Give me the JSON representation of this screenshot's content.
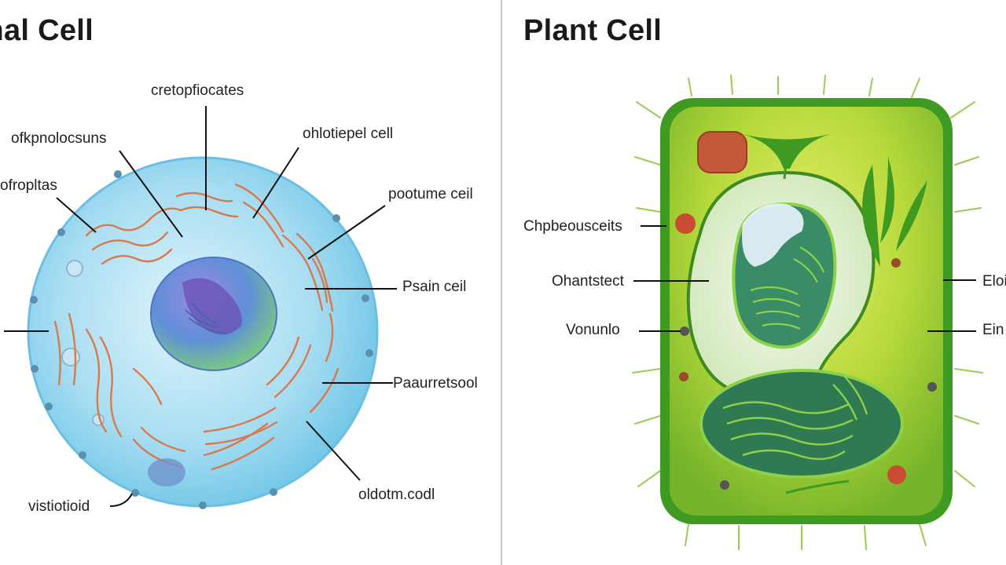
{
  "animal": {
    "title": "imal Cell",
    "labels": {
      "top": "cretopfiocates",
      "upper_left": "ofkpnolocsuns",
      "upper_right": "ohlotiepel cell",
      "left": "ofropltas",
      "right_upper": "pootume ceil",
      "right_middle": "Psain ceil",
      "right_lower": "Paaurretsool",
      "bottom_right": "oldotm.codl",
      "bottom_left": "vistiotioid"
    }
  },
  "plant": {
    "title": "Plant Cell",
    "labels": {
      "left_top": "Chpbeousceits",
      "left_middle": "Ohantstect",
      "left_bottom": "Vonunlo",
      "right_middle": "Eloi",
      "right_bottom": "Ein"
    }
  },
  "colors": {
    "animal_cytoplasm": "#9fdcf2",
    "animal_organelle": "#d9794f",
    "nucleus": "#7b67c9",
    "plant_wall": "#3e9a26",
    "plant_cytoplasm": "#b5dc3a",
    "chloroplast": "#2f7a52"
  }
}
